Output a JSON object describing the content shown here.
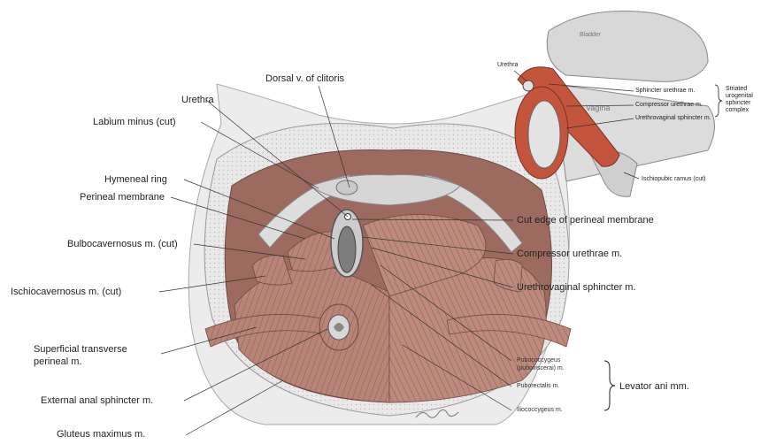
{
  "main_labels": {
    "dorsal_v": "Dorsal v. of clitoris",
    "urethra": "Urethra",
    "labium_minus": "Labium minus (cut)",
    "hymeneal_ring": "Hymeneal ring",
    "perineal_membrane": "Perineal membrane",
    "bulbocavernosus": "Bulbocavernosus m. (cut)",
    "ischiocavernosus": "Ischiocavernosus m. (cut)",
    "superficial_transverse_1": "Superficial transverse",
    "superficial_transverse_2": "perineal m.",
    "external_anal": "External anal sphincter m.",
    "gluteus": "Gluteus maximus m.",
    "cut_edge": "Cut edge of perineal membrane",
    "compressor": "Compressor urethrae m.",
    "urethrovaginal": "Urethrovaginal sphincter m.",
    "pubococcygeus_1": "Pubococcygeus",
    "pubococcygeus_2": "(puboviscerai) m.",
    "puborectalis": "Puborectalis m.",
    "iliococcygeus": "Iliococcygeus m.",
    "levator_ani": "Levator ani mm."
  },
  "inset_labels": {
    "bladder": "Bladder",
    "urethra": "Urethra",
    "vagina": "Vagina",
    "sphincter_urethrae": "Sphincter urethrae m.",
    "compressor_urethrae": "Compressor urethrae m.",
    "urethrovaginal_sphincter": "Urethrovaginal sphincter m.",
    "striated_1": "Striated",
    "striated_2": "urogenital",
    "striated_3": "sphincter",
    "striated_4": "complex",
    "ischiopubic": "Ischiopubic ramus (cut)"
  },
  "colors": {
    "muscle": "#b98478",
    "muscle_dark": "#8e5a50",
    "bone": "#d9d9d9",
    "skin": "#e6e6e6",
    "inset_muscle": "#c4553d"
  }
}
